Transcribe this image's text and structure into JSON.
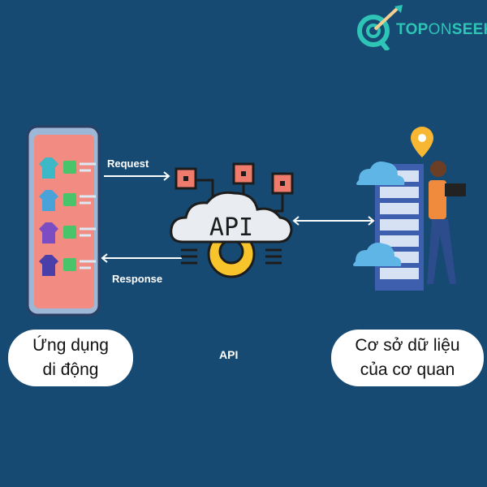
{
  "brand": {
    "name_bold_1": "TOP",
    "name_thin": "ON",
    "name_bold_2": "SEEK",
    "color": "#2ec4b6"
  },
  "diagram": {
    "request_label": "Request",
    "response_label": "Response",
    "api_cloud_text": "API",
    "center_label": "API",
    "left_box": {
      "line1": "Ứng dụng",
      "line2": "di động"
    },
    "right_box": {
      "line1": "Cơ sở dữ liệu",
      "line2": "của cơ quan"
    }
  },
  "colors": {
    "background": "#174a72",
    "node": "#ee7b6b",
    "gear": "#f7c42b",
    "cloud": "#e9edf2"
  }
}
